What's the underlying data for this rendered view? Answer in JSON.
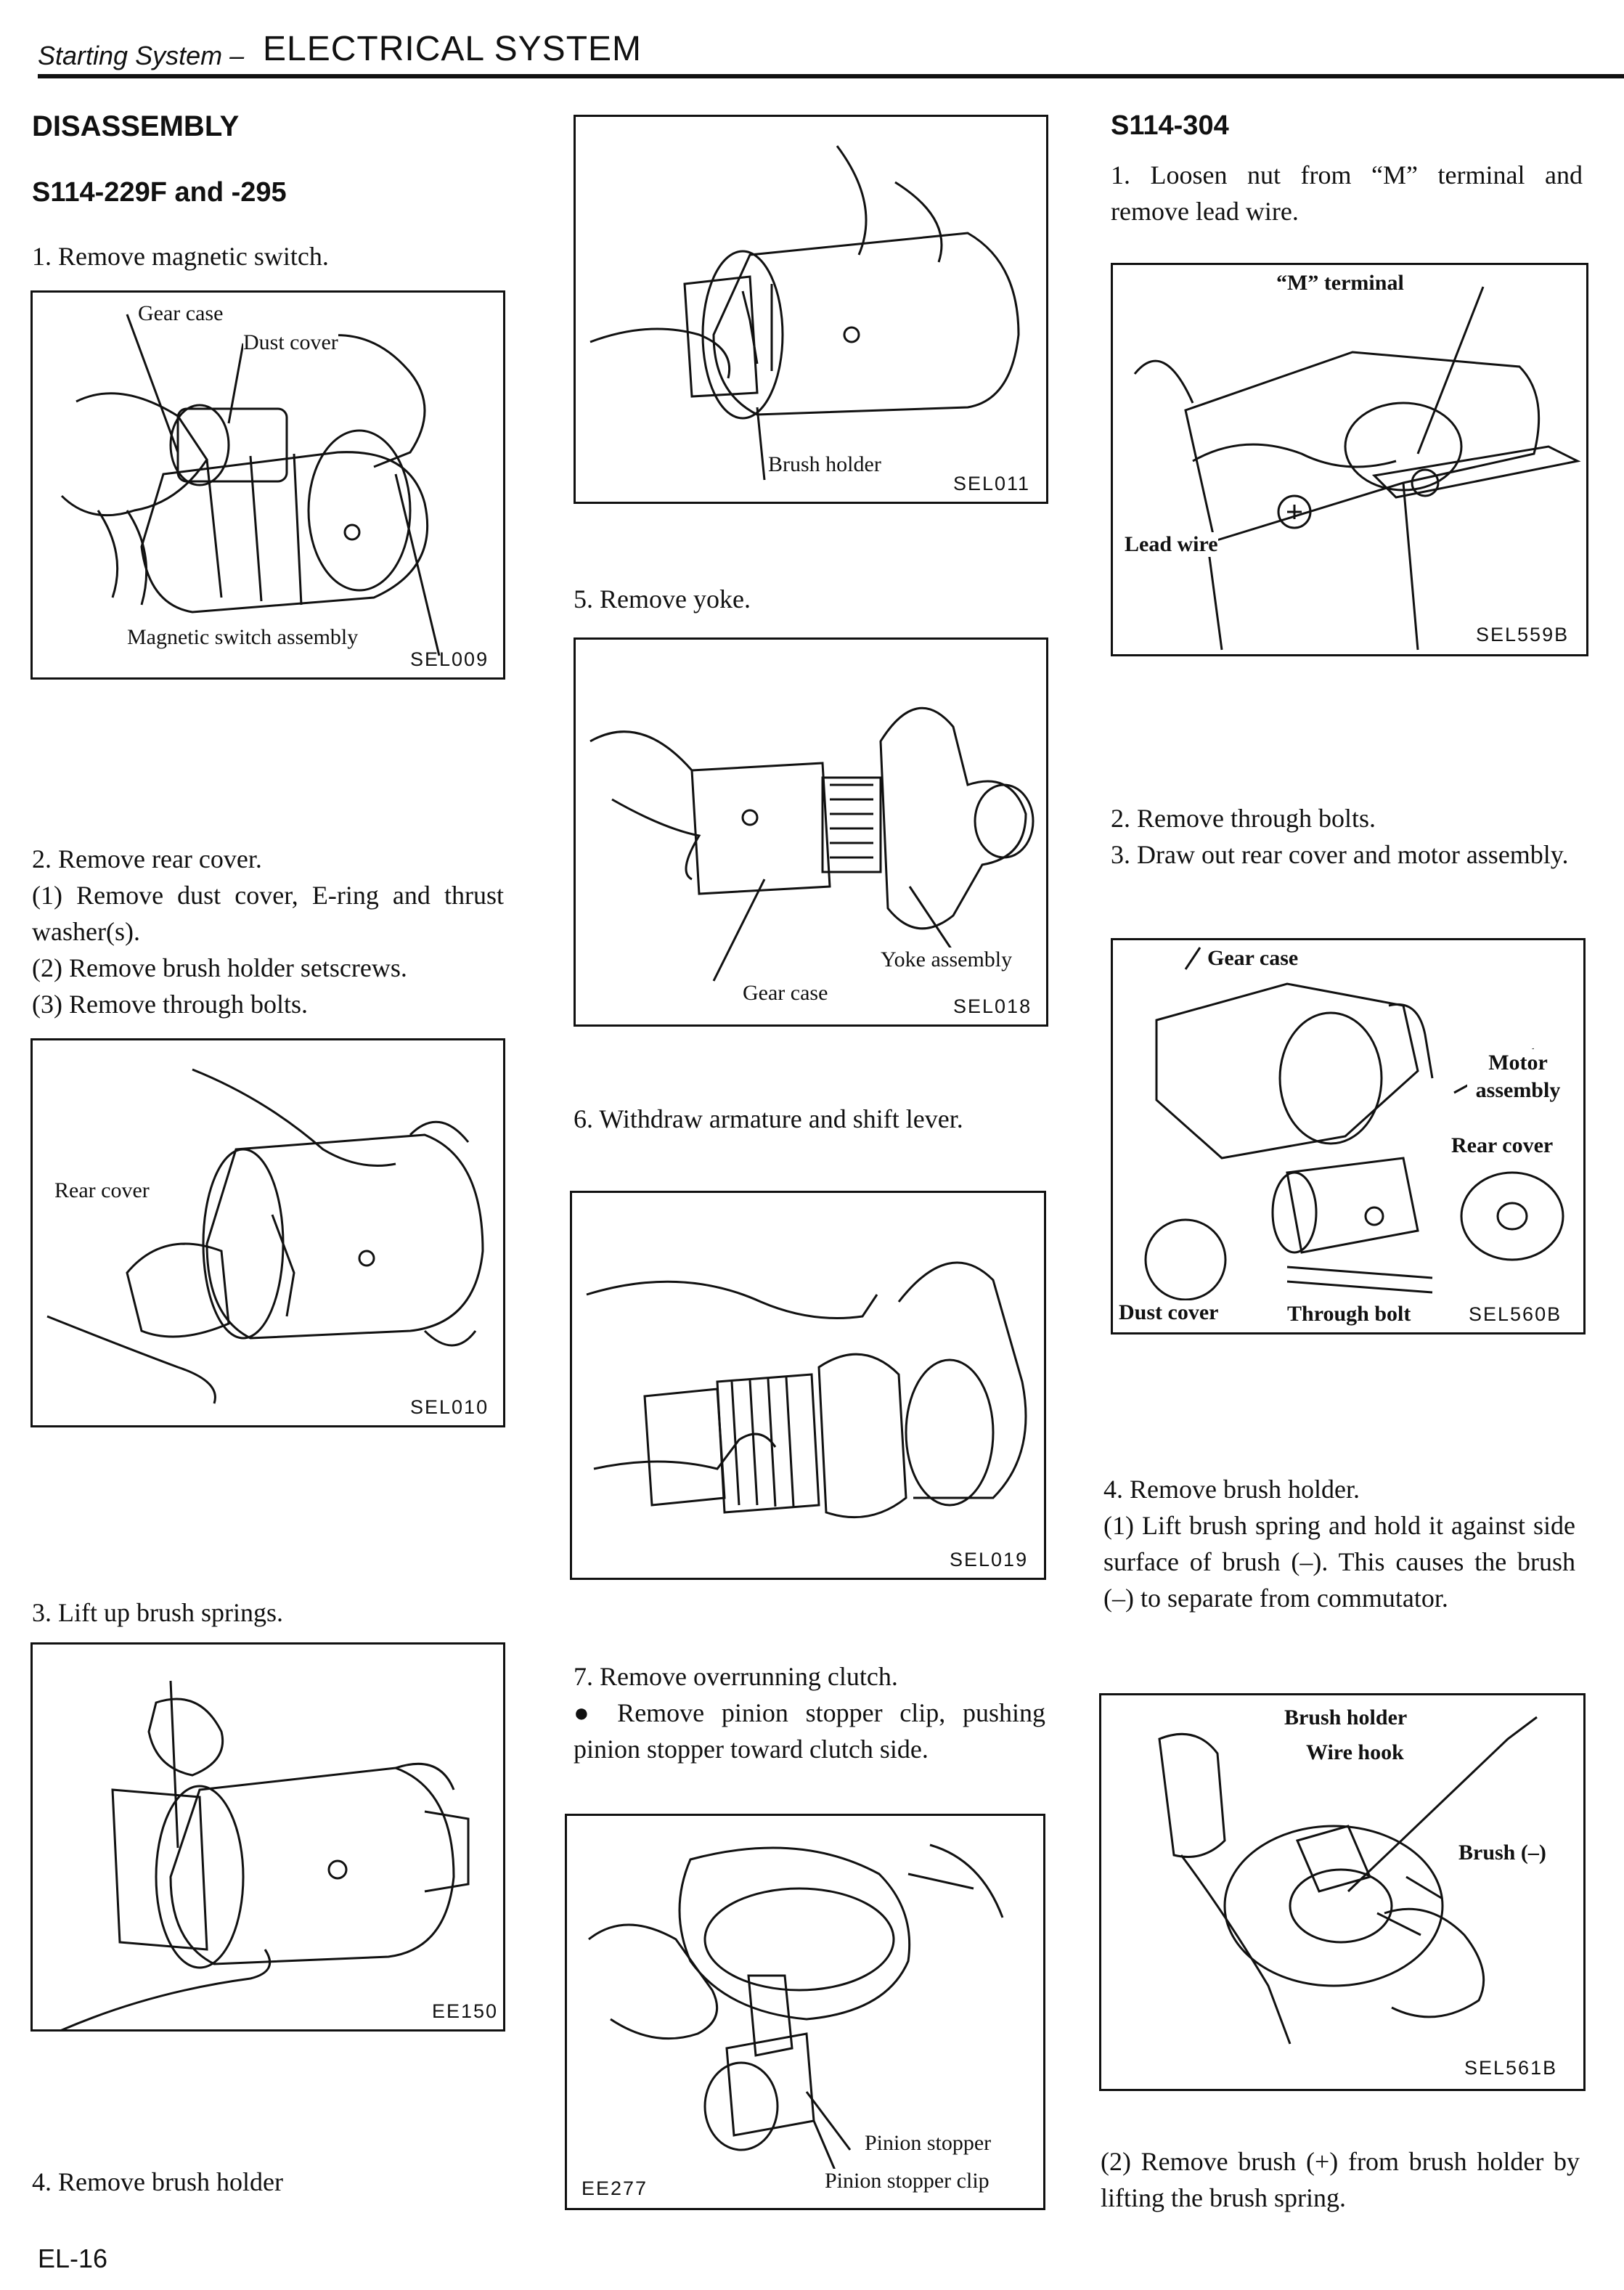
{
  "header": {
    "section": "Starting System –",
    "title": "ELECTRICAL SYSTEM"
  },
  "headings": {
    "disassembly": "DISASSEMBLY",
    "models_a": "S114-229F and -295",
    "models_b": "S114-304"
  },
  "steps": {
    "col1_1": "1.   Remove magnetic switch.",
    "col1_2": [
      "2.   Remove rear cover.",
      "(1)  Remove dust cover, E-ring and thrust washer(s).",
      "(2)  Remove brush holder setscrews.",
      "(3)  Remove through bolts."
    ],
    "col1_3": "3.   Lift up brush springs.",
    "col1_4": "4.   Remove brush holder",
    "col2_5": "5.   Remove yoke.",
    "col2_6": "6.   Withdraw armature and shift lever.",
    "col2_7": [
      "7.   Remove overrunning clutch.",
      "●   Remove pinion stopper clip, pushing pinion stopper toward clutch side."
    ],
    "col3_1": "1.   Loosen nut from “M” terminal and remove lead wire.",
    "col3_2": [
      "2.   Remove through bolts.",
      "3.   Draw out rear cover and motor assembly."
    ],
    "col3_4": [
      "4.   Remove brush holder.",
      "(1)  Lift brush spring and hold it against side surface of brush (–). This causes the brush (–) to separate from commutator."
    ],
    "col3_last": "(2)  Remove brush (+) from brush holder by lifting the brush spring."
  },
  "figures": {
    "sel009": {
      "code": "SEL009",
      "labels": [
        "Gear case",
        "Dust cover",
        "Magnetic switch assembly"
      ]
    },
    "sel010": {
      "code": "SEL010",
      "labels": [
        "Rear cover"
      ]
    },
    "ee150": {
      "code": "EE150"
    },
    "sel011": {
      "code": "SEL011",
      "labels": [
        "Brush holder"
      ]
    },
    "sel018": {
      "code": "SEL018",
      "labels": [
        "Yoke assembly",
        "Gear case"
      ]
    },
    "sel019": {
      "code": "SEL019"
    },
    "ee277": {
      "code": "EE277",
      "labels": [
        "Pinion stopper",
        "Pinion stopper clip"
      ]
    },
    "sel559b": {
      "code": "SEL559B",
      "labels": [
        "“M” terminal",
        "Lead wire"
      ]
    },
    "sel560b": {
      "code": "SEL560B",
      "labels": [
        "Gear case",
        "Motor assembly",
        "Rear cover",
        "Dust cover",
        "Through bolt"
      ]
    },
    "sel561b": {
      "code": "SEL561B",
      "labels": [
        "Brush holder",
        "Wire hook",
        "Brush (–)"
      ]
    }
  },
  "page_number": "EL-16"
}
